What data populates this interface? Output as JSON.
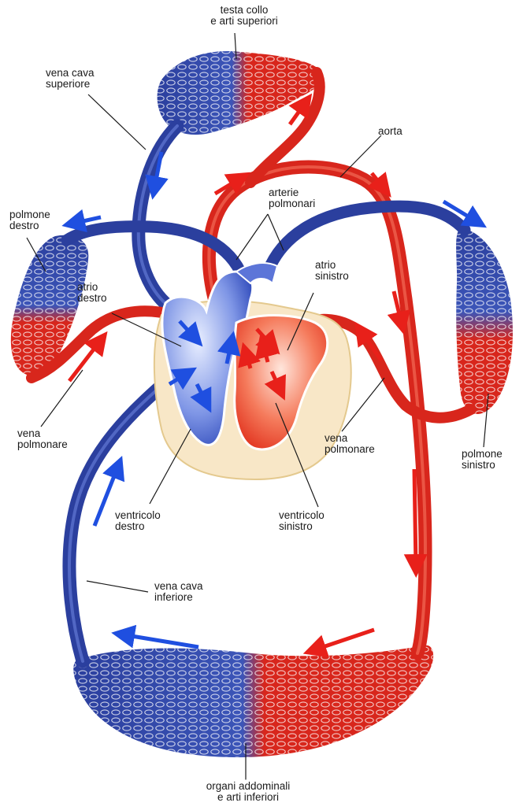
{
  "labels": {
    "head_neck_arms": [
      "testa collo",
      "e arti superiori"
    ],
    "superior_vena_cava": [
      "vena cava",
      "superiore"
    ],
    "aorta": [
      "aorta"
    ],
    "pulmonary_arteries": [
      "arterie",
      "polmonari"
    ],
    "right_lung": [
      "polmone",
      "destro"
    ],
    "left_atrium": [
      "atrio",
      "sinistro"
    ],
    "right_atrium": [
      "atrio",
      "destro"
    ],
    "right_pulmonary_vein": [
      "vena",
      "polmonare"
    ],
    "left_pulmonary_vein": [
      "vena",
      "polmonare"
    ],
    "left_lung": [
      "polmone",
      "sinistro"
    ],
    "right_ventricle": [
      "ventricolo",
      "destro"
    ],
    "left_ventricle": [
      "ventricolo",
      "sinistro"
    ],
    "inferior_vena_cava": [
      "vena cava",
      "inferiore"
    ],
    "abdomen_legs": [
      "organi addominali",
      "e arti inferiori"
    ]
  },
  "colors": {
    "venous_blue": "#2b3f9e",
    "venous_light": "#4c63c8",
    "arterial_red": "#d8261c",
    "arterial_light": "#f04a3a",
    "arrow_blue": "#1f4fe0",
    "arrow_red": "#e8201a",
    "pericardium": "#f8e7c7"
  }
}
